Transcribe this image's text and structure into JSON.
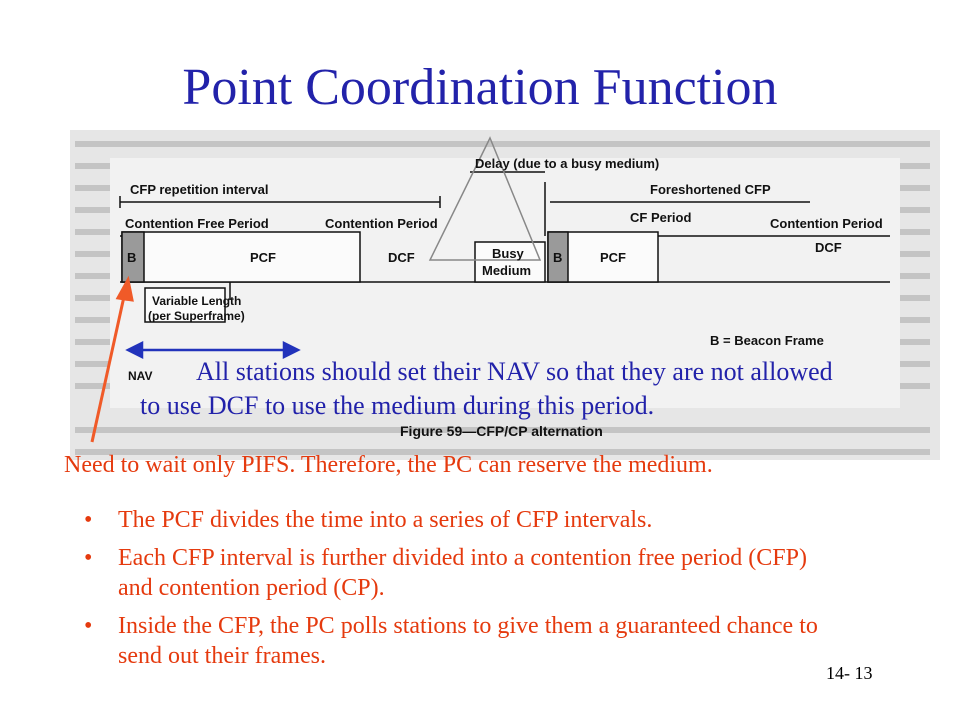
{
  "slide": {
    "title": "Point Coordination Function",
    "number": "14- 13"
  },
  "figure": {
    "labels": {
      "delay": "Delay (due to a busy medium)",
      "cfp_interval": "CFP repetition interval",
      "foreshortened": "Foreshortened CFP",
      "cfp1": "Contention Free Period",
      "cp1": "Contention Period",
      "cf_period": "CF Period",
      "cp2": "Contention Period",
      "b1": "B",
      "pcf1": "PCF",
      "dcf1": "DCF",
      "busy": "Busy",
      "medium": "Medium",
      "b2": "B",
      "pcf2": "PCF",
      "dcf2": "DCF",
      "var1": "Variable Length",
      "var2": "(per Superframe)",
      "nav": "NAV",
      "beacon": "B = Beacon Frame",
      "caption": "Figure 59—CFP/CP alternation"
    }
  },
  "annotations": {
    "blue_line1": "All stations should set their NAV so that they are not allowed",
    "blue_line2": "to use DCF to use the medium during this period.",
    "red_note": "Need to wait only PIFS. Therefore, the PC can reserve the medium."
  },
  "bullets": [
    "The PCF divides the time into a series of CFP intervals.",
    "Each CFP interval is further divided into a contention free period (CFP) and contention period (CP).",
    "Inside the CFP, the PC polls stations to give them a guaranteed chance to send out their frames."
  ],
  "colors": {
    "title": "#2222aa",
    "blue_text": "#2222aa",
    "red_text": "#e53a0e"
  }
}
